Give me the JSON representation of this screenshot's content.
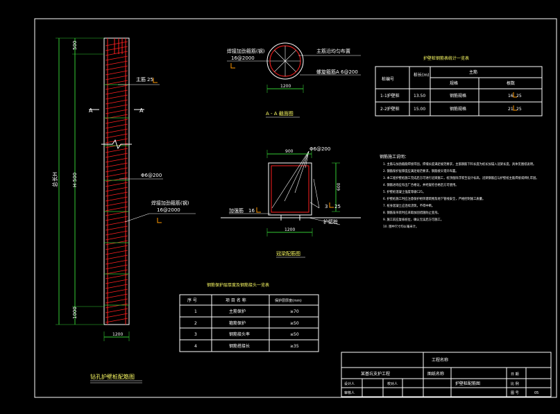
{
  "pile": {
    "dim_top": "500",
    "dim_total": "总长H",
    "dim_middle": "H-500",
    "dim_bottom": "1000",
    "dim_width": "1200",
    "main_bar_label": "主筋",
    "main_bar_spec": "25",
    "section_mark": "A",
    "stirrup_label": "Φ6@200",
    "stiffener_label": "焊接加劲箍筋(钢)",
    "stiffener_spec": "16@2000",
    "title": "钻孔护壁桩配筋图"
  },
  "section_aa": {
    "stiffener_label": "焊接加劲箍筋(钢)",
    "stiffener_spec": "16@2000",
    "main_bar_label": "主筋沿均匀布置",
    "spiral_label": "螺旋箍筋A 6@200",
    "width_dim": "1200",
    "title": "A - A 截面图"
  },
  "crown_beam": {
    "top_dim": "900",
    "stirrup_label": "Φ6@200",
    "height_dim": "600",
    "left_label": "加强筋",
    "left_spec": "16",
    "right_spec": "3",
    "right_spec2": "25",
    "bottom_label": "护壁桩",
    "bottom_dim": "1200",
    "title": "冠梁配筋图"
  },
  "rebar_table": {
    "title": "护壁桩钢筋表统计一览表",
    "headers": [
      "桩编号",
      "桩长(m)",
      "主筋",
      "规格",
      "根数"
    ],
    "subheaders": [
      "",
      "",
      "",
      "规格",
      "根数"
    ],
    "rows": [
      {
        "id": "1-1护壁桩",
        "length": "13.50",
        "type": "钢筋规格",
        "qty": "16",
        "spec": "25"
      },
      {
        "id": "2-2护壁桩",
        "length": "15.00",
        "type": "钢筋规格",
        "qty": "21",
        "spec": "25"
      }
    ]
  },
  "notes": {
    "title": "钢筋施工说明：",
    "lines": [
      "1. 主筋与加劲箍筋焊接牢固，焊缝长度满足规范要求，主筋钢筋下料长度为桩长加锚入冠梁长度，具体见图纸说明。",
      "2. 钢筋保护层厚度应满足规范要求，钢筋接头错开布置。",
      "3. 本工程护壁桩施工完成后方可进行冠梁施工，桩顶凿除浮浆至设计标高，冠梁钢筋应与护壁桩主筋焊接或绑扎牢固。",
      "4. 钢筋进场应有出厂合格证，并经复检合格后方可使用。",
      "5. 护壁桩混凝土强度等级C25。",
      "6. 护壁桩施工时应注意保护相邻建筑物及地下管线安全，严格控制施工质量。",
      "7. 桩身混凝土应连续浇筑，不得中断。",
      "8. 钢筋笼吊装时应采取加固措施防止变形。",
      "9. 施工前应复核桩位，确认无误后方可施工。",
      "10. 图中尺寸均以毫米计。"
    ]
  },
  "cover_table": {
    "title": "钢筋保护层厚度及钢筋接头一览表",
    "headers": [
      "序 号",
      "项 目 名 称",
      "保护层厚度(mm)"
    ],
    "rows": [
      {
        "no": "1",
        "name": "主筋保护",
        "value": "≥70"
      },
      {
        "no": "2",
        "name": "箍筋保护",
        "value": "≥50"
      },
      {
        "no": "3",
        "name": "钢筋接头率",
        "value": "≤50"
      },
      {
        "no": "4",
        "name": "钢筋搭接长",
        "value": "≥35"
      }
    ]
  },
  "title_block": {
    "project": "某基坑支护工程",
    "design_unit": "工程名称",
    "drawing_name_label": "图纸名称",
    "drawing_name": "护壁桩配筋图",
    "designer": "设计人",
    "checker": "校对人",
    "approver": "审核人",
    "date_label": "日 期",
    "scale_label": "比 例",
    "sheet_label": "图 号",
    "sheet_no": "05"
  },
  "colors": {
    "frame": "#ffffff",
    "rebar": "#ff2020",
    "dimension": "#33cc33",
    "text": "#ffffff",
    "highlight": "#ffff66",
    "marker": "#ff9900"
  }
}
